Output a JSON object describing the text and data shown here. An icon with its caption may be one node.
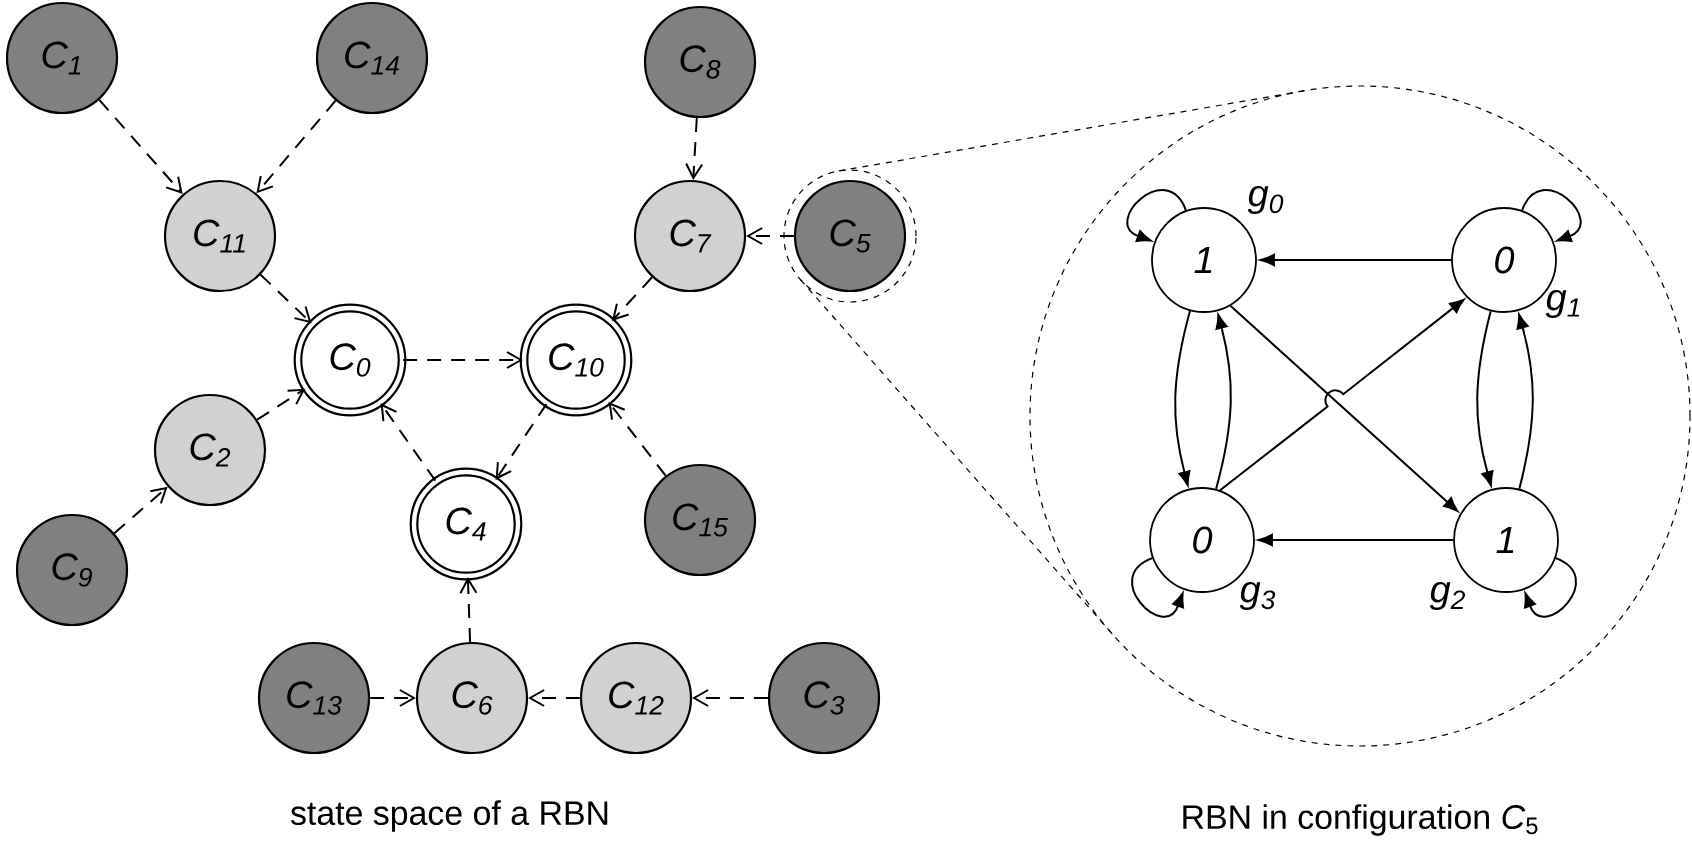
{
  "diagram": {
    "nodes": [
      {
        "text": [
          "C$_{1}$"
        ]
      },
      {
        "text": [
          "C$_{14}$"
        ]
      },
      {
        "text": [
          "C$_{8}$"
        ]
      },
      {
        "text": [
          "C$_{11}$"
        ]
      },
      {
        "text": [
          "C$_{7}$"
        ]
      },
      {
        "text": [
          "C$_{5}$"
        ]
      },
      {
        "text": [
          "C$_{0}$"
        ]
      },
      {
        "text": [
          "C$_{10}$"
        ]
      },
      {
        "text": [
          "C$_{2}$"
        ]
      },
      {
        "text": [
          "C$_{4}$"
        ]
      },
      {
        "text": [
          "C$_{15}$"
        ]
      },
      {
        "text": [
          "C$_{9}$"
        ]
      },
      {
        "text": [
          "C$_{13}$"
        ]
      },
      {
        "text": [
          "C$_{6}$"
        ]
      },
      {
        "text": [
          "C$_{12}$"
        ]
      },
      {
        "text": [
          "C$_{3}$"
        ]
      },
      {
        "text": [
          "1"
        ],
        "beside": [
          "g$_{0}$"
        ]
      },
      {
        "text": [
          "0"
        ],
        "beside": [
          "g$_{1}$"
        ]
      },
      {
        "text": [
          "0"
        ],
        "beside": [
          "g$_{3}$"
        ]
      },
      {
        "text": [
          "1"
        ],
        "beside": [
          "g$_{2}$"
        ]
      }
    ],
    "edges": [
      {
        "from": 0,
        "to": 3,
        "arrow": "to",
        "style": "dashed"
      },
      {
        "from": 1,
        "to": 3,
        "arrow": "to",
        "style": "dashed"
      },
      {
        "from": 3,
        "to": 6,
        "arrow": "to",
        "style": "dashed"
      },
      {
        "from": 2,
        "to": 4,
        "arrow": "to",
        "style": "dashed"
      },
      {
        "from": 5,
        "to": 4,
        "arrow": "to",
        "style": "dashed"
      },
      {
        "from": 4,
        "to": 7,
        "arrow": "to",
        "style": "dashed"
      },
      {
        "from": 6,
        "to": 7,
        "arrow": "to",
        "style": "dashed"
      },
      {
        "from": 8,
        "to": 6,
        "arrow": "to",
        "style": "dashed"
      },
      {
        "from": 11,
        "to": 8,
        "arrow": "to",
        "style": "dashed"
      },
      {
        "from": 9,
        "to": 6,
        "arrow": "to",
        "style": "dashed"
      },
      {
        "from": 7,
        "to": 9,
        "arrow": "to",
        "style": "dashed"
      },
      {
        "from": 10,
        "to": 7,
        "arrow": "to",
        "style": "dashed"
      },
      {
        "from": 13,
        "to": 9,
        "arrow": "to",
        "style": "dashed"
      },
      {
        "from": 12,
        "to": 13,
        "arrow": "to",
        "style": "dashed"
      },
      {
        "from": 14,
        "to": 13,
        "arrow": "to",
        "style": "dashed"
      },
      {
        "from": 15,
        "to": 14,
        "arrow": "to",
        "style": "dashed"
      },
      {
        "from": 16,
        "to": 16,
        "arrow": "to"
      },
      {
        "from": 17,
        "to": 17,
        "arrow": "to"
      },
      {
        "from": 19,
        "to": 19,
        "arrow": "to"
      },
      {
        "from": 18,
        "to": 18,
        "arrow": "to"
      },
      {
        "from": 17,
        "to": 16,
        "arrow": "to"
      },
      {
        "from": 18,
        "to": 17,
        "arrow": "to"
      },
      {
        "from": 16,
        "to": 19,
        "arrow": "to"
      },
      {
        "from": 16,
        "to": 18,
        "arrow": "to"
      },
      {
        "from": 18,
        "to": 16,
        "arrow": "to"
      },
      {
        "from": 17,
        "to": 19,
        "arrow": "to"
      },
      {
        "from": 19,
        "to": 17,
        "arrow": "to"
      },
      {
        "from": 19,
        "to": 18,
        "arrow": "to"
      }
    ],
    "labels": [
      "state space of a RBN",
      "RBN in configuration *C*$_{5}$"
    ]
  }
}
